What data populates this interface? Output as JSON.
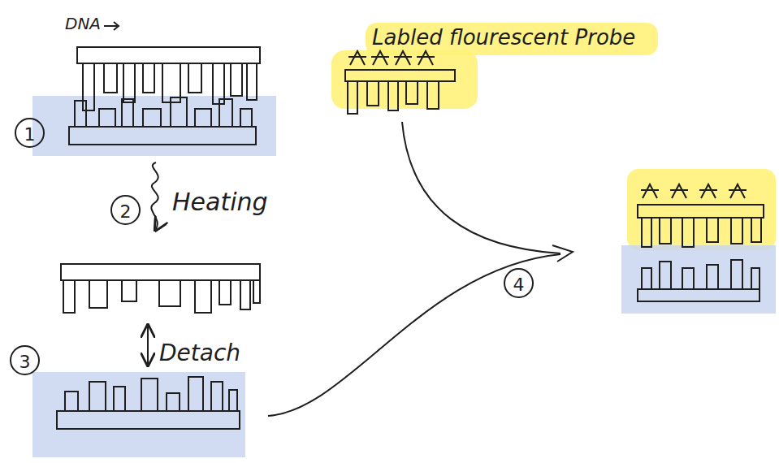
{
  "diagram": {
    "labels": [
      "DNA",
      "1",
      "2",
      "Heating",
      "3",
      "Detach",
      "Labled flourescent Probe",
      "4"
    ]
  }
}
